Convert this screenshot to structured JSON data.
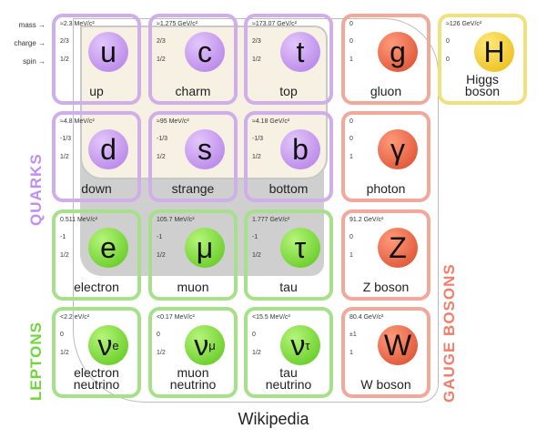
{
  "row_labels": {
    "mass": "mass →",
    "charge": "charge →",
    "spin": "spin →"
  },
  "groups": {
    "quarks": "QUARKS",
    "leptons": "LEPTONS",
    "gauge_bosons": "GAUGE BOSONS"
  },
  "caption": "Wikipedia",
  "colors": {
    "quark": "#cfaee9",
    "lepton": "#a6e08a",
    "gauge": "#f2a89a",
    "higgs": "#f1e07e"
  },
  "particles": [
    {
      "symbol": "u",
      "sub": "",
      "name": "up",
      "mass": "≈2.3 MeV/c²",
      "charge": "2/3",
      "spin": "1/2",
      "type": "q"
    },
    {
      "symbol": "c",
      "sub": "",
      "name": "charm",
      "mass": "≈1.275 GeV/c²",
      "charge": "2/3",
      "spin": "1/2",
      "type": "q"
    },
    {
      "symbol": "t",
      "sub": "",
      "name": "top",
      "mass": "≈173.07 GeV/c²",
      "charge": "2/3",
      "spin": "1/2",
      "type": "q"
    },
    {
      "symbol": "g",
      "sub": "",
      "name": "gluon",
      "mass": "0",
      "charge": "0",
      "spin": "1",
      "type": "g"
    },
    {
      "symbol": "H",
      "sub": "",
      "name": "Higgs boson",
      "mass": "≈126 GeV/c²",
      "charge": "0",
      "spin": "0",
      "type": "h"
    },
    {
      "symbol": "d",
      "sub": "",
      "name": "down",
      "mass": "≈4.8 MeV/c²",
      "charge": "-1/3",
      "spin": "1/2",
      "type": "q"
    },
    {
      "symbol": "s",
      "sub": "",
      "name": "strange",
      "mass": "≈95 MeV/c²",
      "charge": "-1/3",
      "spin": "1/2",
      "type": "q"
    },
    {
      "symbol": "b",
      "sub": "",
      "name": "bottom",
      "mass": "≈4.18 GeV/c²",
      "charge": "-1/3",
      "spin": "1/2",
      "type": "q"
    },
    {
      "symbol": "γ",
      "sub": "",
      "name": "photon",
      "mass": "0",
      "charge": "0",
      "spin": "1",
      "type": "g"
    },
    {
      "symbol": "e",
      "sub": "",
      "name": "electron",
      "mass": "0.511 MeV/c²",
      "charge": "-1",
      "spin": "1/2",
      "type": "l"
    },
    {
      "symbol": "μ",
      "sub": "",
      "name": "muon",
      "mass": "105.7 MeV/c²",
      "charge": "-1",
      "spin": "1/2",
      "type": "l"
    },
    {
      "symbol": "τ",
      "sub": "",
      "name": "tau",
      "mass": "1.777 GeV/c²",
      "charge": "-1",
      "spin": "1/2",
      "type": "l"
    },
    {
      "symbol": "Z",
      "sub": "",
      "name": "Z boson",
      "mass": "91.2 GeV/c²",
      "charge": "0",
      "spin": "1",
      "type": "g"
    },
    {
      "symbol": "ν",
      "sub": "e",
      "name": "electron neutrino",
      "mass": "<2.2 eV/c²",
      "charge": "0",
      "spin": "1/2",
      "type": "l"
    },
    {
      "symbol": "ν",
      "sub": "μ",
      "name": "muon neutrino",
      "mass": "<0.17 MeV/c²",
      "charge": "0",
      "spin": "1/2",
      "type": "l"
    },
    {
      "symbol": "ν",
      "sub": "τ",
      "name": "tau neutrino",
      "mass": "<15.5 MeV/c²",
      "charge": "0",
      "spin": "1/2",
      "type": "l"
    },
    {
      "symbol": "W",
      "sub": "",
      "name": "W boson",
      "mass": "80.4 GeV/c²",
      "charge": "±1",
      "spin": "1",
      "type": "g"
    }
  ]
}
